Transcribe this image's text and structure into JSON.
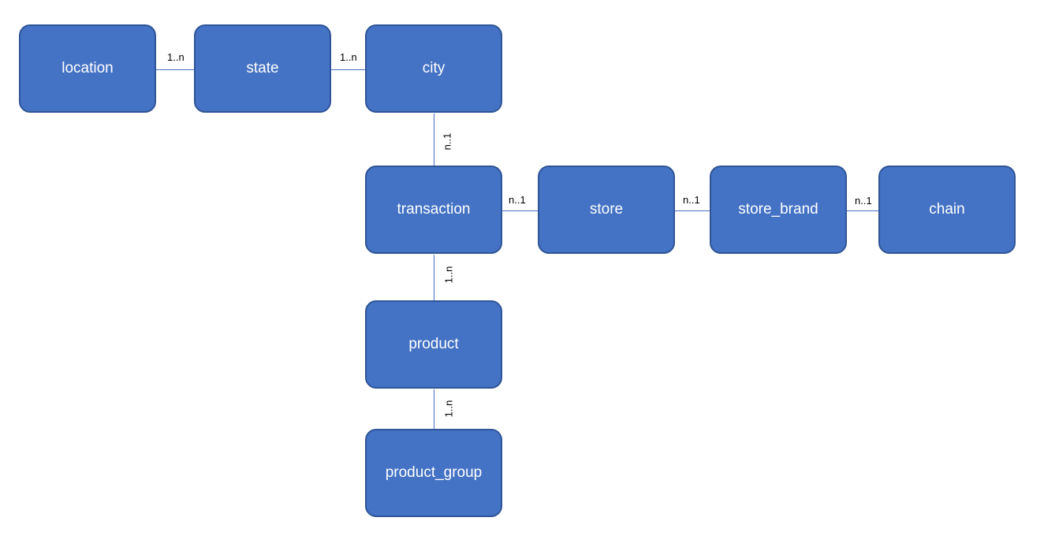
{
  "colors": {
    "node_fill": "#4472c4",
    "node_border": "#2f5597",
    "connector": "#4472c4",
    "node_text": "#ffffff",
    "label_text": "#000000"
  },
  "nodes": {
    "location": "location",
    "state": "state",
    "city": "city",
    "transaction": "transaction",
    "store": "store",
    "store_brand": "store_brand",
    "chain": "chain",
    "product": "product",
    "product_group": "product_group"
  },
  "cardinality": {
    "location_state": "1..n",
    "state_city": "1..n",
    "city_transaction": "n..1",
    "transaction_store": "n..1",
    "store_store_brand": "n..1",
    "store_brand_chain": "n..1",
    "transaction_product": "1..n",
    "product_product_group": "1..n"
  }
}
